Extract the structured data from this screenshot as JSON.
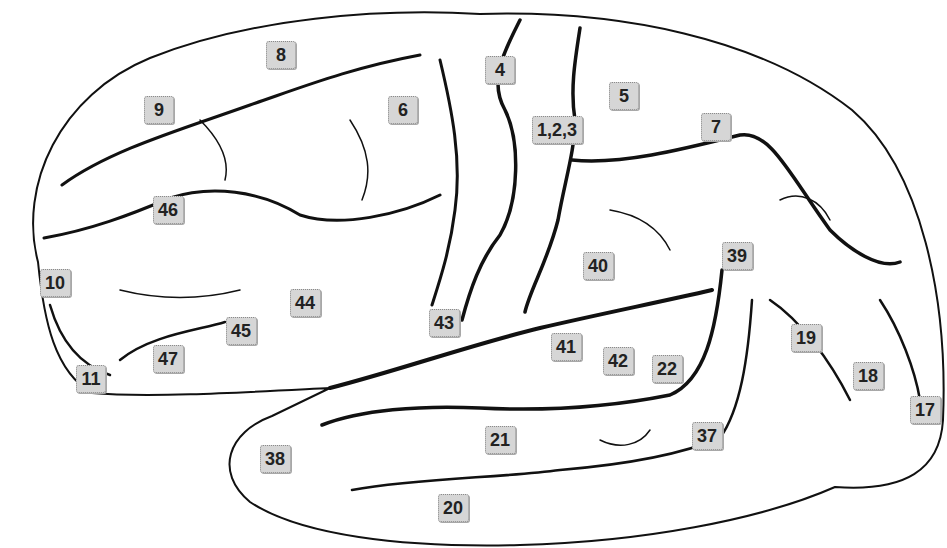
{
  "diagram": {
    "nodes": [
      {
        "text": [
          "8"
        ]
      },
      {
        "text": [
          "4"
        ]
      },
      {
        "text": [
          "5"
        ]
      },
      {
        "text": [
          "9"
        ]
      },
      {
        "text": [
          "6"
        ]
      },
      {
        "text": [
          "7"
        ]
      },
      {
        "text": [
          "1,2,3"
        ]
      },
      {
        "text": [
          "46"
        ]
      },
      {
        "text": [
          "39"
        ]
      },
      {
        "text": [
          "40"
        ]
      },
      {
        "text": [
          "10"
        ]
      },
      {
        "text": [
          "44"
        ]
      },
      {
        "text": [
          "43"
        ]
      },
      {
        "text": [
          "45"
        ]
      },
      {
        "text": [
          "19"
        ]
      },
      {
        "text": [
          "41"
        ]
      },
      {
        "text": [
          "47"
        ]
      },
      {
        "text": [
          "42"
        ]
      },
      {
        "text": [
          "22"
        ]
      },
      {
        "text": [
          "18"
        ]
      },
      {
        "text": [
          "11"
        ]
      },
      {
        "text": [
          "17"
        ]
      },
      {
        "text": [
          "37"
        ]
      },
      {
        "text": [
          "21"
        ]
      },
      {
        "text": [
          "38"
        ]
      },
      {
        "text": [
          "20"
        ]
      }
    ]
  }
}
